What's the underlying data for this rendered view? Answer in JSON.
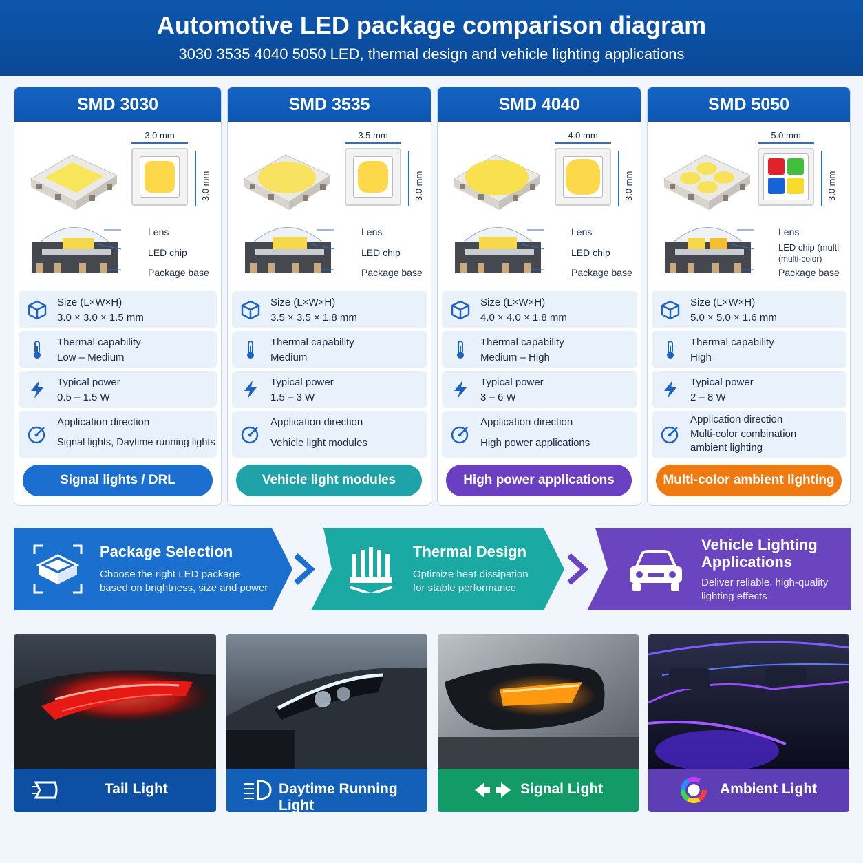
{
  "header": {
    "title": "Automotive LED package comparison diagram",
    "subtitle": "3030 3535 4040 5050 LED, thermal design and vehicle lighting applications"
  },
  "labels": {
    "lens": "Lens",
    "chip": "LED chip",
    "base": "Package base",
    "chip_multi_a": "LED chip (multi-",
    "chip_multi_b": "(multi-color)",
    "size": "Size (L×W×H)",
    "thermal": "Thermal capability",
    "power": "Typical power",
    "app": "Application direction"
  },
  "packages": [
    {
      "name": "SMD 3030",
      "width": "3.0 mm",
      "height": "3.0 mm",
      "size": "3.0 × 3.0 × 1.5 mm",
      "thermal": "Low – Medium",
      "power": "0.5 – 1.5 W",
      "app": "Signal lights, Daytime running lights",
      "app2": "",
      "pill": "Signal lights / DRL",
      "color": "#1c6fd1"
    },
    {
      "name": "SMD 3535",
      "width": "3.5 mm",
      "height": "3.0 mm",
      "size": "3.5 × 3.5 × 1.8 mm",
      "thermal": "Medium",
      "power": "1.5 – 3 W",
      "app": "Vehicle light modules",
      "app2": "",
      "pill": "Vehicle light modules",
      "color": "#1fa3a8"
    },
    {
      "name": "SMD 4040",
      "width": "4.0 mm",
      "height": "3.0 mm",
      "size": "4.0 × 4.0 × 1.8 mm",
      "thermal": "Medium – High",
      "power": "3 – 6 W",
      "app": "High power applications",
      "app2": "",
      "pill": "High power applications",
      "color": "#6a3fc2"
    },
    {
      "name": "SMD 5050",
      "width": "5.0 mm",
      "height": "3.0 mm",
      "size": "5.0 × 5.0 × 1.6 mm",
      "thermal": "High",
      "power": "2 – 8 W",
      "app": "Multi-color combination",
      "app2": "ambient lighting",
      "pill": "Multi-color ambient lighting",
      "color": "#f07a12"
    }
  ],
  "flow": [
    {
      "title": "Package Selection",
      "desc1": "Choose the right LED package",
      "desc2": "based on brightness, size and power",
      "color": "#1b6fcf"
    },
    {
      "title": "Thermal Design",
      "desc1": "Optimize heat dissipation",
      "desc2": "for stable performance",
      "color": "#1aa9a3"
    },
    {
      "title": "Vehicle Lighting",
      "title2": "Applications",
      "desc1": "Deliver reliable, high-quality",
      "desc2": "lighting effects",
      "color": "#6b44c0"
    }
  ],
  "photos": [
    {
      "label": "Tail Light",
      "color": "#0d4fa3"
    },
    {
      "label": "Daytime Running Light",
      "color": "#1260b8"
    },
    {
      "label": "Signal Light",
      "color": "#129b67"
    },
    {
      "label": "Ambient Light",
      "color": "#5d3eb5"
    }
  ]
}
